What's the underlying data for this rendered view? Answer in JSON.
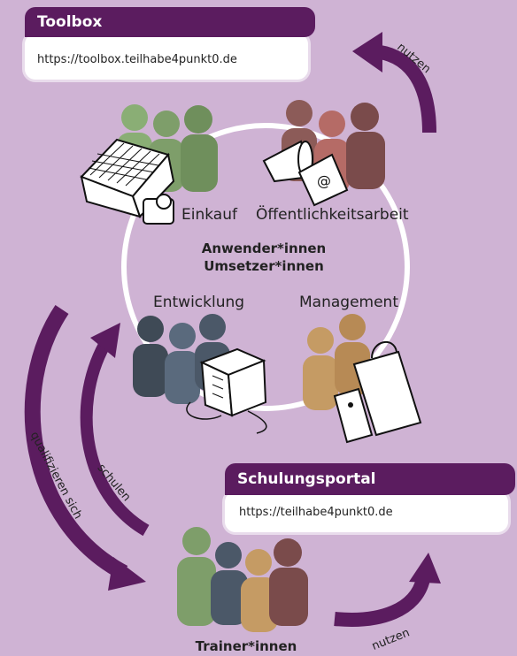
{
  "toolbox": {
    "title": "Toolbox",
    "url": "https://toolbox.teilhabe4punkt0.de"
  },
  "schulungsportal": {
    "title": "Schulungsportal",
    "url": "https://teilhabe4punkt0.de"
  },
  "center": {
    "line1": "Anwender*innen",
    "line2": "Umsetzer*innen"
  },
  "groups": {
    "einkauf": "Einkauf",
    "oeffentlichkeit": "Öffentlichkeitsarbeit",
    "entwicklung": "Entwicklung",
    "management": "Management",
    "trainer": "Trainer*innen"
  },
  "arrows": {
    "nutzen_top": "nutzen",
    "nutzen_bottom": "nutzen",
    "schulen": "schulen",
    "qualifizieren": "qualifizieren sich"
  },
  "colors": {
    "purple_dark": "#5b1c5f",
    "arrow": "#5b1c5f",
    "bg": "#cfb3d4",
    "green": "#7e9e6a",
    "brown": "#7a4b4b",
    "slate": "#4b5868",
    "tan": "#c59b64"
  }
}
